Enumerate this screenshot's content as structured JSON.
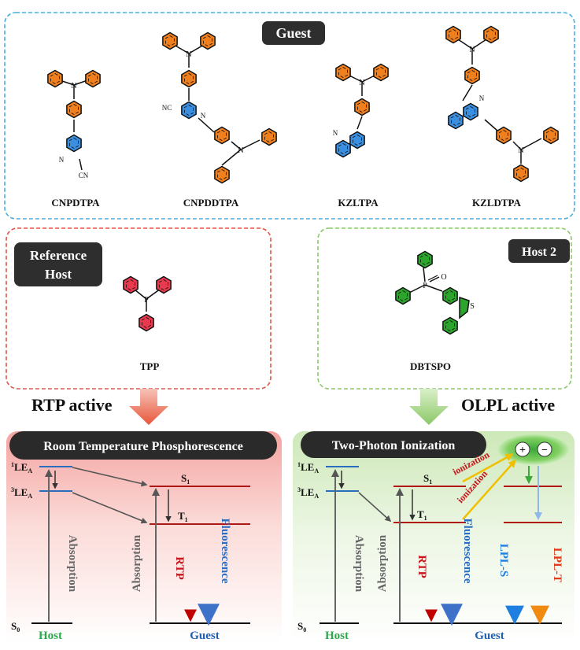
{
  "guest": {
    "title": "Guest",
    "molecules": [
      {
        "name": "CNPDTPA",
        "subst1": "N",
        "subst2": "CN"
      },
      {
        "name": "CNPDDTPA",
        "subst1": "NC",
        "subst2": "N"
      },
      {
        "name": "KZLTPA",
        "subst1": "N",
        "subst2": ""
      },
      {
        "name": "KZLDTPA",
        "subst1": "N",
        "subst2": ""
      }
    ],
    "amine_n": "N"
  },
  "reference": {
    "title_line1": "Reference",
    "title_line2": "Host",
    "molecule": "TPP",
    "atom": "P",
    "badge": "RTP active"
  },
  "host2": {
    "title": "Host 2",
    "molecule": "DBTSPO",
    "atom_p": "P",
    "atom_o": "O",
    "atom_s": "S",
    "badge": "OLPL active"
  },
  "left_panel": {
    "title": "Room Temperature Phosphorescence",
    "le1": "1LEA",
    "le1_sup": "1",
    "le1_main": "LE",
    "le1_sub": "A",
    "le3_sup": "3",
    "le3_main": "LE",
    "le3_sub": "A",
    "s1_main": "S",
    "s1_sub": "1",
    "t1_main": "T",
    "t1_sub": "1",
    "s0_main": "S",
    "s0_sub": "0",
    "absorption": "Absorption",
    "rtp": "RTP",
    "fluorescence": "Fluorescence",
    "host": "Host",
    "guest": "Guest"
  },
  "right_panel": {
    "title": "Two-Photon Ionization",
    "le1_sup": "1",
    "le1_main": "LE",
    "le1_sub": "A",
    "le3_sup": "3",
    "le3_main": "LE",
    "le3_sub": "A",
    "s1_main": "S",
    "s1_sub": "1",
    "t1_main": "T",
    "t1_sub": "1",
    "s0_main": "S",
    "s0_sub": "0",
    "absorption": "Absorption",
    "rtp": "RTP",
    "fluorescence": "Fluorescence",
    "ionization": "ionization",
    "plus": "+",
    "minus": "−",
    "lpl_s": "LPL-S",
    "lpl_t": "LPL-T",
    "host": "Host",
    "guest": "Guest"
  },
  "colors": {
    "orange": "#f07f1e",
    "blue_ring": "#3b8fe0",
    "red_ring": "#e83a4f",
    "green_ring": "#2ca52c",
    "host_text": "#2aa84a",
    "guest_text": "#1f5fae",
    "rtp_text": "#c4161c",
    "fluor_text": "#2a6cc0"
  }
}
